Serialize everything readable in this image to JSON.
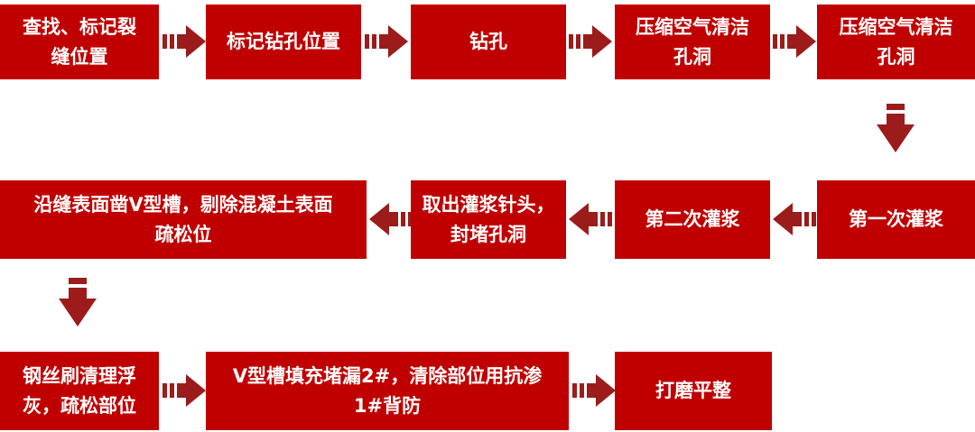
{
  "colors": {
    "box": "#C00000",
    "arrow": "#9C1B1B",
    "text": "#FFFFFF"
  },
  "steps": {
    "row1": [
      {
        "label": "查找、标记裂\n缝位置"
      },
      {
        "label": "标记钻孔位置"
      },
      {
        "label": "钻孔"
      },
      {
        "label": "压缩空气清洁\n孔洞"
      },
      {
        "label": "压缩空气清洁\n孔洞"
      }
    ],
    "row2": [
      {
        "label": "沿缝表面凿V型槽，剔除混凝土表面\n疏松位"
      },
      {
        "label": "取出灌浆针头，\n封堵孔洞"
      },
      {
        "label": "第二次灌浆"
      },
      {
        "label": "第一次灌浆"
      }
    ],
    "row3": [
      {
        "label": "钢丝刷清理浮\n灰，疏松部位"
      },
      {
        "label": "V型槽填充堵漏2#，清除部位用抗渗\n1#背防"
      },
      {
        "label": "打磨平整"
      }
    ]
  }
}
